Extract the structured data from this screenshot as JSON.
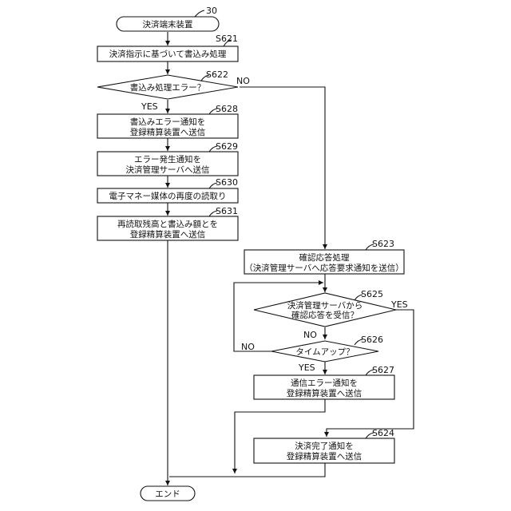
{
  "diagram": {
    "ref_number": "30",
    "start_label": "決済端末装置",
    "end_label": "エンド",
    "yes": "YES",
    "no": "NO",
    "steps": {
      "s621": {
        "id": "S621",
        "lines": [
          "決済指示に基づいて書込み処理"
        ]
      },
      "s622": {
        "id": "S622",
        "lines": [
          "書込み処理エラー？"
        ]
      },
      "s628": {
        "id": "S628",
        "lines": [
          "書込みエラー通知を",
          "登録精算装置へ送信"
        ]
      },
      "s629": {
        "id": "S629",
        "lines": [
          "エラー発生通知を",
          "決済管理サーバへ送信"
        ]
      },
      "s630": {
        "id": "S630",
        "lines": [
          "電子マネー媒体の再度の読取り"
        ]
      },
      "s631": {
        "id": "S631",
        "lines": [
          "再読取残高と書込み額とを",
          "登録精算装置へ送信"
        ]
      },
      "s623": {
        "id": "S623",
        "lines": [
          "確認応答処理",
          "（決済管理サーバへ応答要求通知を送信）"
        ]
      },
      "s625": {
        "id": "S625",
        "lines": [
          "決済管理サーバから",
          "確認応答を受信？"
        ]
      },
      "s626": {
        "id": "S626",
        "lines": [
          "タイムアップ？"
        ]
      },
      "s627": {
        "id": "S627",
        "lines": [
          "通信エラー通知を",
          "登録精算装置へ送信"
        ]
      },
      "s624": {
        "id": "S624",
        "lines": [
          "決済完了通知を",
          "登録精算装置へ送信"
        ]
      }
    }
  }
}
